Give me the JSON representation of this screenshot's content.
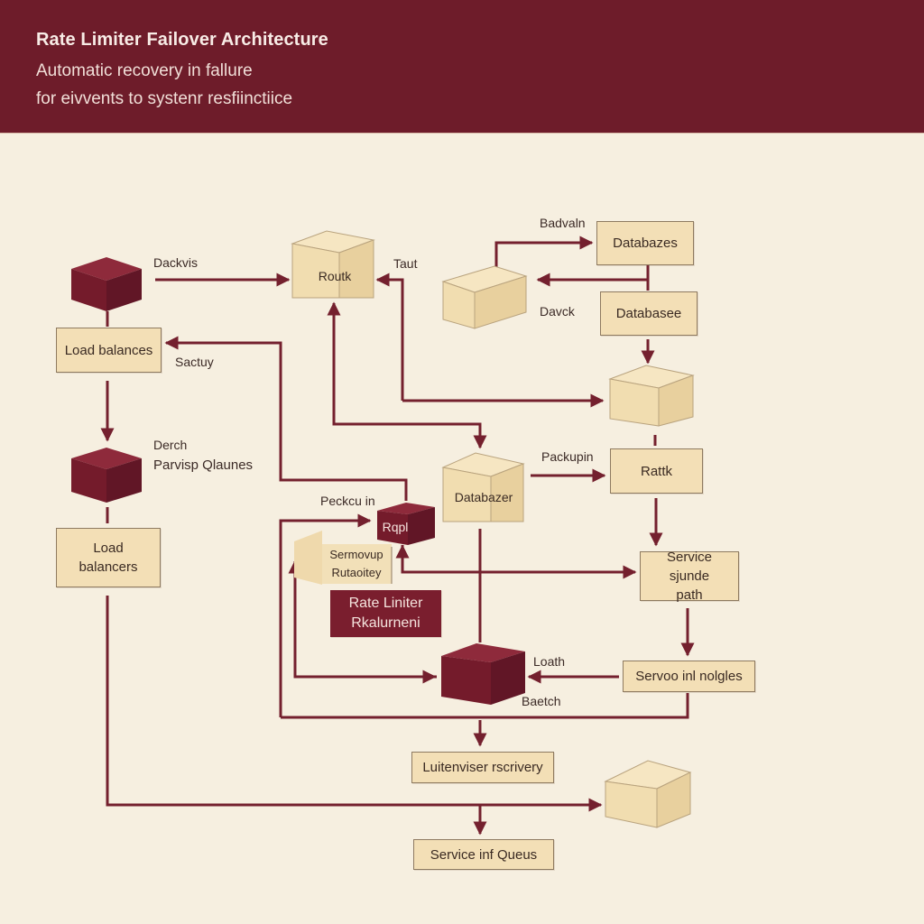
{
  "header": {
    "title": "Rate Limiter Failover Architecture",
    "subtitle_line1": "Automatic recovery in fallure",
    "subtitle_line2": "for eivvents to systenr resfiinctiice"
  },
  "colors": {
    "accent": "#6e1c2a",
    "node_dark": "#7a1e2e",
    "node_light": "#f3dfb6",
    "background": "#f6efe0",
    "connector": "#74202e"
  },
  "nodes": {
    "cube_top_left": {
      "label": ""
    },
    "load_balances": {
      "label": "Load balances"
    },
    "cube_mid_left": {
      "label": ""
    },
    "load_balancers": {
      "label": "Load balancers"
    },
    "routk_cube": {
      "label": "Routk"
    },
    "cube_top_center": {
      "label": ""
    },
    "databazes": {
      "label": "Databazes"
    },
    "databasee": {
      "label": "Databasee"
    },
    "cube_mid_right": {
      "label": ""
    },
    "rattk": {
      "label": "Rattk"
    },
    "databazer_cube": {
      "label": "Databazer"
    },
    "rqpl_cube": {
      "label": "Rqpl"
    },
    "sermovup_flag": {
      "label": "Sermovup Rutaoitey"
    },
    "rate_limiter_box": {
      "label": "Rate Liniter Rkalurneni"
    },
    "service_path": {
      "label": "Service sjunde path"
    },
    "servoo_nolgles": {
      "label": "Servoo inl nolgles"
    },
    "cube_bottom_dark": {
      "label": ""
    },
    "luitenviser_recovery": {
      "label": "Luitenviser rscrivery"
    },
    "cube_bottom_right": {
      "label": ""
    },
    "service_queus": {
      "label": "Service inf Queus"
    }
  },
  "edge_labels": {
    "dackvis": "Dackvis",
    "taut": "Taut",
    "backvaln": "Badvaln",
    "davck": "Davck",
    "sactuy": "Sactuy",
    "derch": "Derch",
    "parvisp_qlaunes": "Parvisp Qlaunes",
    "peckcu_in": "Peckcu in",
    "packupin": "Packupin",
    "loath": "Loath",
    "batch": "Baetch"
  }
}
